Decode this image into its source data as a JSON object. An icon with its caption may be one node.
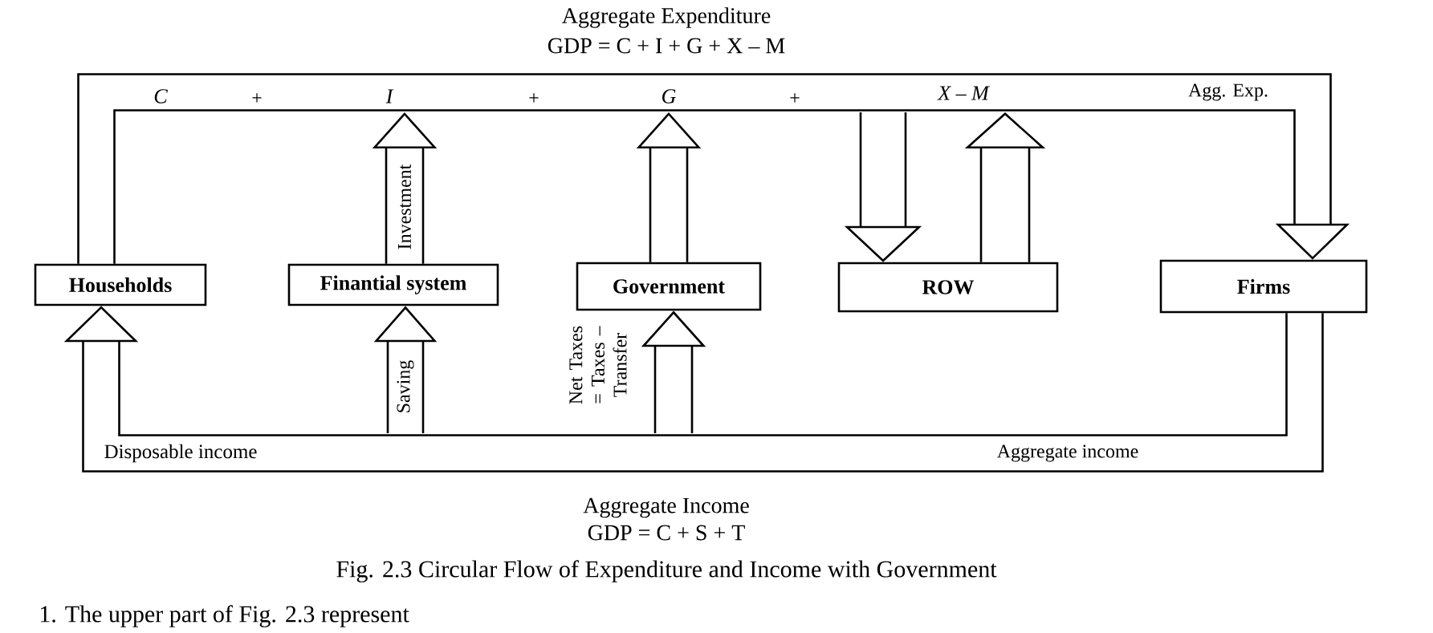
{
  "diagram": {
    "caption": "Fig. 2.3 Circular Flow of Expenditure and Income with Government",
    "nodes": [
      {
        "text": [
          "Households"
        ]
      },
      {
        "text": [
          "Finantial system"
        ]
      },
      {
        "text": [
          "Government"
        ]
      },
      {
        "text": [
          "ROW"
        ]
      },
      {
        "text": [
          "Firms"
        ]
      }
    ],
    "edges": [
      {
        "from": 0,
        "to": 4,
        "arrow": "to",
        "label": "Agg. Exp."
      },
      {
        "from": 4,
        "to": 0,
        "arrow": "to",
        "label": "Aggregate income"
      },
      {
        "from": 1,
        "to": null,
        "arrow": "to",
        "label": "Investment"
      },
      {
        "from": 2,
        "to": null,
        "arrow": "to"
      },
      {
        "from": null,
        "to": 3,
        "arrow": "to"
      },
      {
        "from": 3,
        "to": null,
        "arrow": "to"
      },
      {
        "from": null,
        "to": 1,
        "arrow": "to",
        "label": "Saving"
      },
      {
        "from": null,
        "to": 2,
        "arrow": "to",
        "label": "Net Taxes = Taxes – Transfer"
      }
    ],
    "labels": [
      "Aggregate Expenditure",
      "GDP = C + I + G + X – M",
      "C",
      "+",
      "I",
      "+",
      "G",
      "+",
      "X – M",
      "Disposable income",
      "Aggregate Income",
      "GDP = C + S + T",
      "1. The upper part of Fig. 2.3 represent"
    ]
  }
}
